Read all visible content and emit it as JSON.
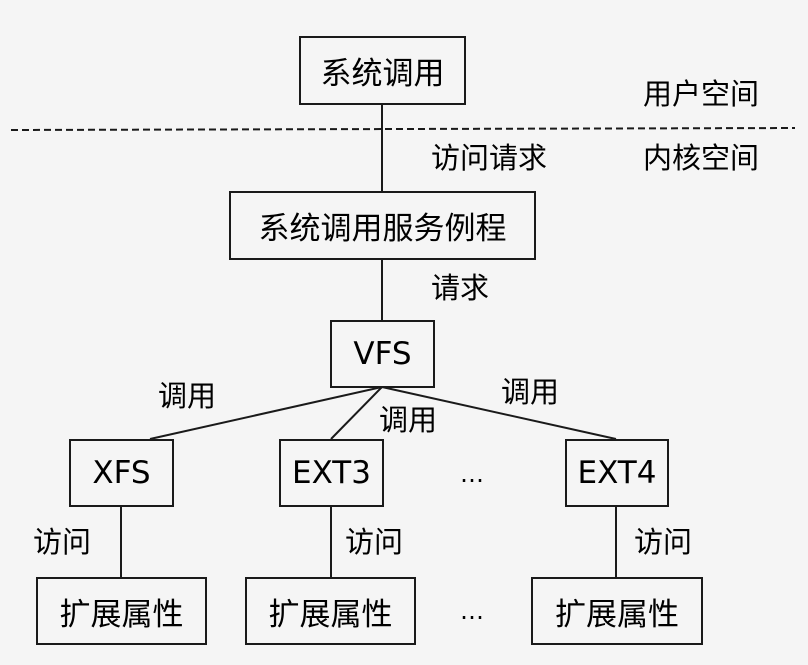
{
  "diagram": {
    "nodes": {
      "syscall": "系统调用",
      "service": "系统调用服务例程",
      "vfs": "VFS",
      "xfs": "XFS",
      "ext3": "EXT3",
      "ext4": "EXT4",
      "attr_xfs": "扩展属性",
      "attr_ext3": "扩展属性",
      "attr_ext4": "扩展属性"
    },
    "regions": {
      "user_space": "用户空间",
      "kernel_space": "内核空间"
    },
    "edge_labels": {
      "access_request": "访问请求",
      "request": "请求",
      "call_xfs": "调用",
      "call_ext3": "调用",
      "call_ext4": "调用",
      "access_xfs": "访问",
      "access_ext3": "访问",
      "access_ext4": "访问"
    },
    "ellipsis_fs": "…",
    "ellipsis_attr": "…"
  }
}
